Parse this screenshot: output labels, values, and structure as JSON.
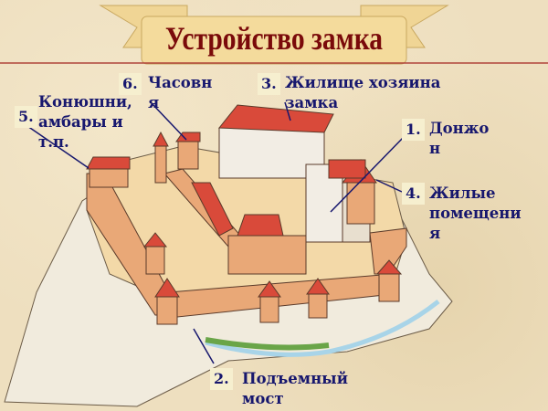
{
  "title": "Устройство замка",
  "colors": {
    "title": "#7a0a0a",
    "labels": "#17176e",
    "roofs": "#d94a3a",
    "walls": "#e9a877"
  },
  "labels": [
    {
      "number": "1.",
      "text": "Донжо\nн"
    },
    {
      "number": "2.",
      "text": "Подъемный\nмост"
    },
    {
      "number": "3.",
      "text": "Жилище хозяина\nзамка"
    },
    {
      "number": "4.",
      "text": "Жилые\nпомещени\nя"
    },
    {
      "number": "5.",
      "text": "Конюшни,\nамбары и\nт.п."
    },
    {
      "number": "6.",
      "text": "Часовн\nя"
    }
  ]
}
